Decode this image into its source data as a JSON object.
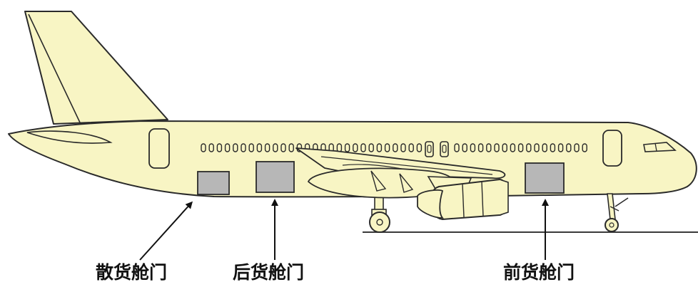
{
  "colors": {
    "fuselage": "#f8f5c4",
    "outline": "#2a2a2a",
    "cargo_door_fill": "#b7b7b7",
    "ground_line": "#3a3a3a",
    "label_text": "#111111"
  },
  "labels": {
    "bulk_cargo_door": "散货舱门",
    "aft_cargo_door": "后货舱门",
    "forward_cargo_door": "前货舱门"
  }
}
